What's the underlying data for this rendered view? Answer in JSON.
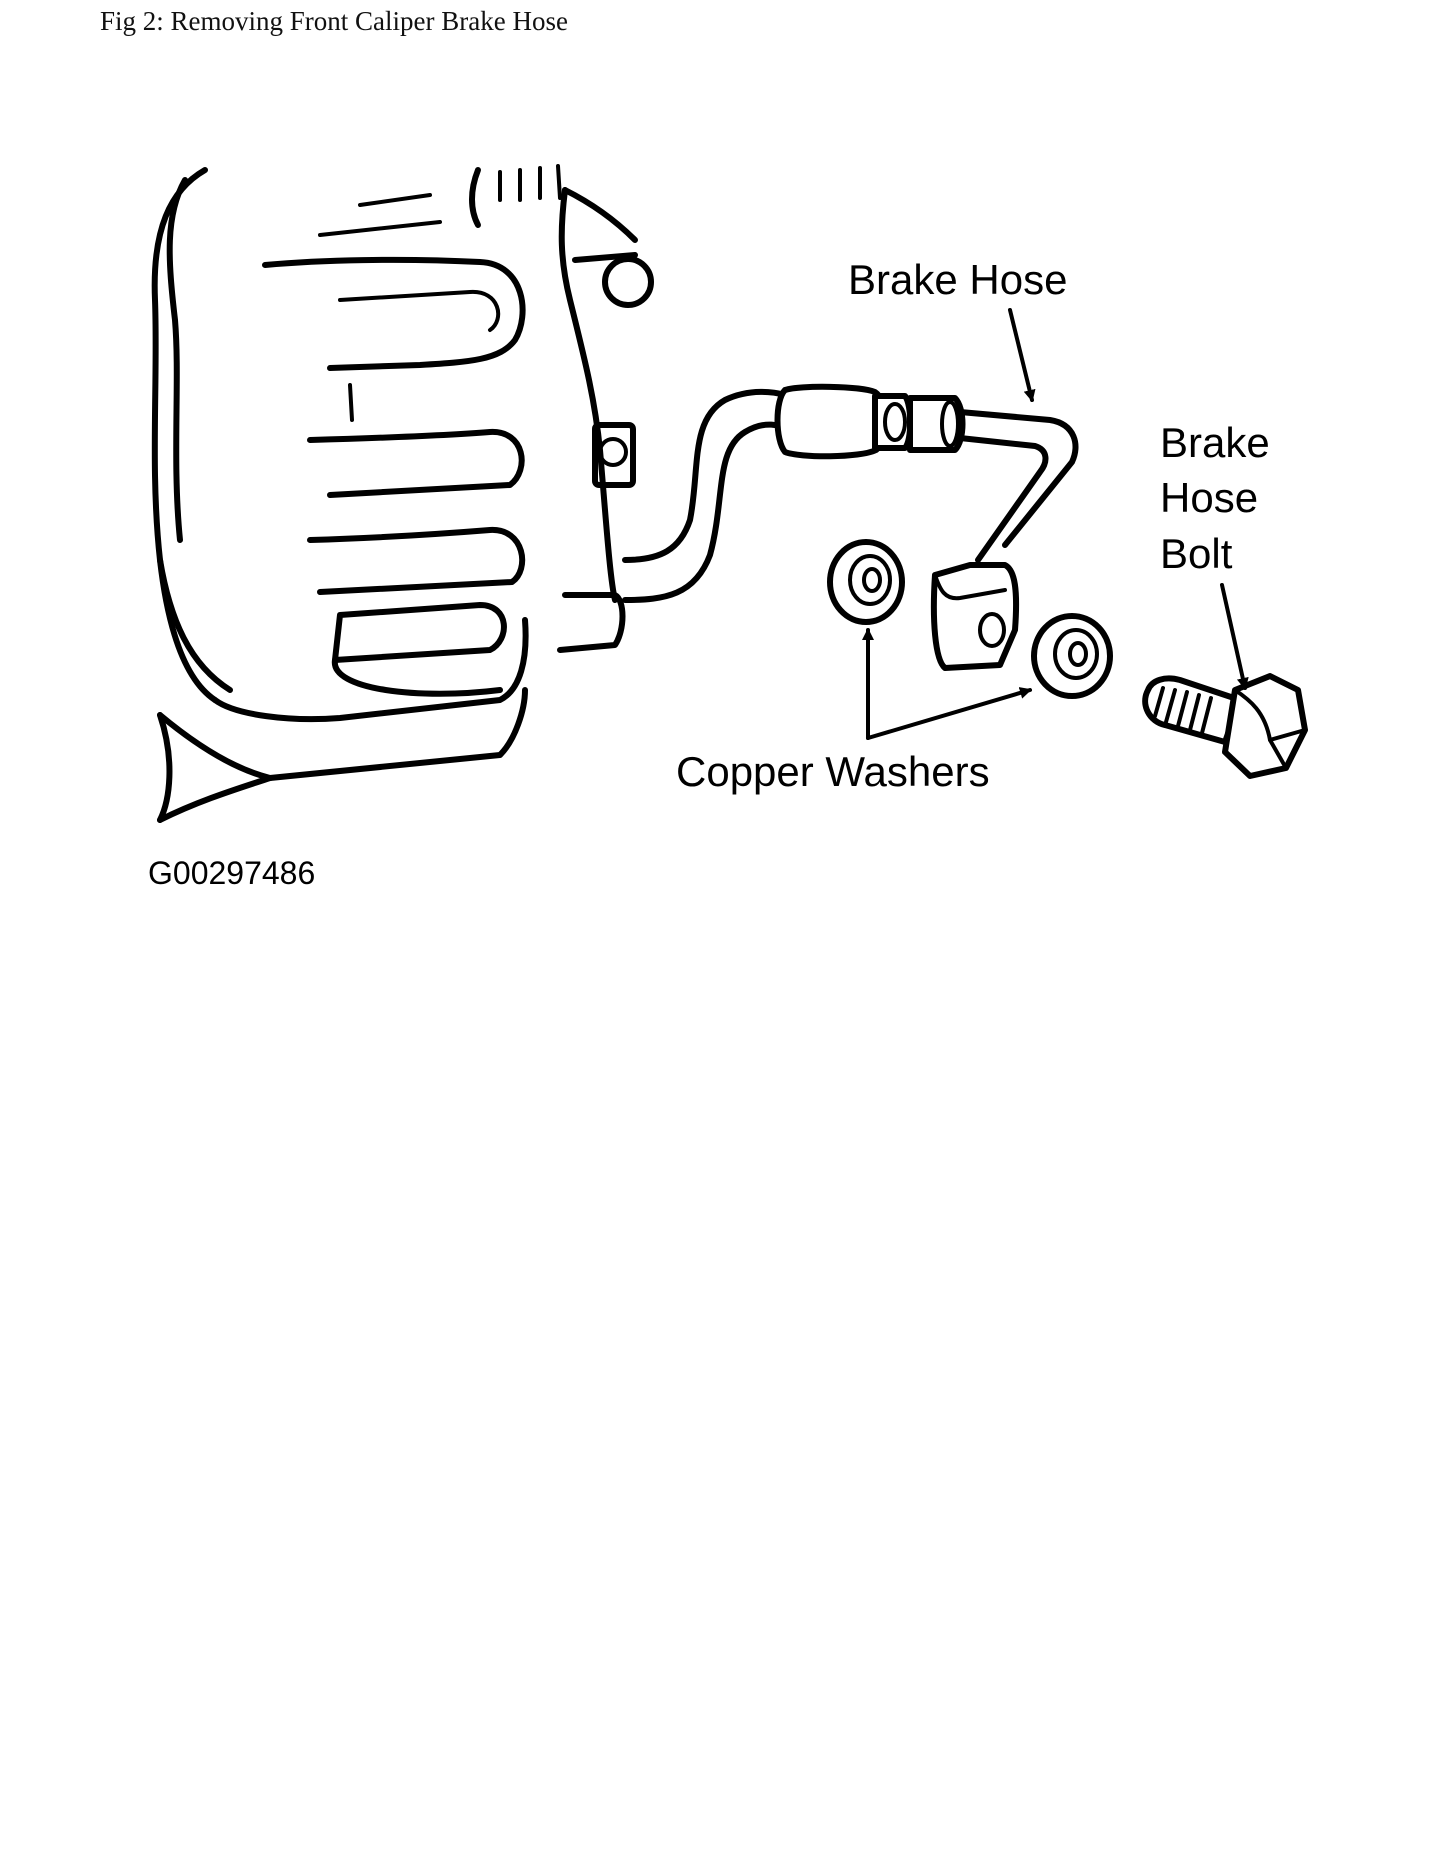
{
  "caption": "Fig 2: Removing Front Caliper Brake Hose",
  "labels": {
    "brake_hose": "Brake Hose",
    "brake_hose_bolt": [
      "Brake",
      "Hose",
      "Bolt"
    ],
    "copper_washers": "Copper Washers"
  },
  "figure_code": "G00297486",
  "icons": [
    "caliper-drawing",
    "brake-hose-drawing",
    "copper-washer-drawing",
    "brake-hose-bolt-drawing",
    "arrow"
  ]
}
